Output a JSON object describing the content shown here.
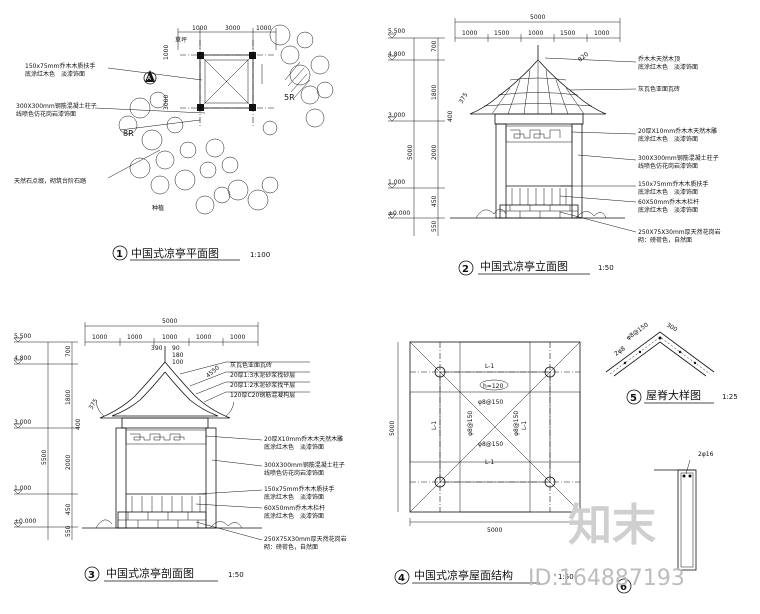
{
  "drawings": {
    "plan": {
      "number": "1",
      "title": "中国式凉亭平面图",
      "scale": "1:100",
      "dims_top": [
        "1000",
        "3000",
        "1000"
      ],
      "labels": {
        "grass": "草坪",
        "handrail": "150x75mm乔木木质扶手",
        "handrail_finish": "底涂红木色　淡漆饰面",
        "column": "300X300mm钢筋混凝土柱子",
        "column_finish": "线喷色仿花岗岩漆饰面",
        "r8": "8R",
        "r5": "5R",
        "stone": "天然石点缀，砌筑台阶石踏",
        "plant": "种植"
      }
    },
    "elevation": {
      "number": "2",
      "title": "中国式凉亭立面图",
      "scale": "1:50",
      "dim_total": "5000",
      "dims_top": [
        "1000",
        "1500",
        "1000",
        "1500",
        "1000"
      ],
      "levels": [
        "5.500",
        "4.800",
        "3.000",
        "1.000",
        "±0.000"
      ],
      "vert_dims": [
        "700",
        "1800",
        "5000",
        "2000",
        "450",
        "550"
      ],
      "small_dims": [
        "375",
        "400",
        "820"
      ],
      "labels": [
        "乔木木天然木顶",
        "底涂红木色　淡漆饰面",
        "灰瓦色亚面瓦砖",
        "20厚X10mm乔木木天然木雕",
        "底涂红木色　淡漆饰面",
        "300X300mm钢筋混凝土柱子",
        "线喷色仿花岗岩漆饰面",
        "150x75mm乔木木质扶手",
        "底涂红木色　淡漆饰面",
        "60X50mm乔木木栏杆",
        "底涂红木色　淡漆饰面",
        "250X75X30mm厚天然花岗岩",
        "砌：磅荷色，自然面"
      ]
    },
    "section": {
      "number": "3",
      "title": "中国式凉亭剖面图",
      "scale": "1:50",
      "dim_total": "5000",
      "dims_top": [
        "1000",
        "1000",
        "1000",
        "1000",
        "1000"
      ],
      "levels": [
        "5.500",
        "4.800",
        "3.000",
        "1.000",
        "±0.000"
      ],
      "vert_dims": [
        "700",
        "1800",
        "5500",
        "2000",
        "450",
        "550"
      ],
      "small_dims": [
        "390",
        "90",
        "180",
        "100",
        "375",
        "400",
        "4550"
      ],
      "labels": [
        "灰瓦色亚面瓦砖",
        "20厚1:3水泥砂浆找砂层",
        "20厚1:2水泥砂浆找平层",
        "120厚C20钢筋混凝构层",
        "20厚X10mm乔木木天然木雕",
        "底涂红木色　淡漆饰面",
        "300X300mm钢筋混凝土柱子",
        "线喷色仿花岗岩漆饰面",
        "150x75mm乔木木质扶手",
        "底涂红木色　淡漆饰面",
        "60X50mm乔木木栏杆",
        "底涂红木色　淡漆饰面",
        "250X75X30mm厚天然花岗岩",
        "砌：磅荷色，自然面"
      ]
    },
    "roof_structure": {
      "number": "4",
      "title": "中国式凉亭屋面结构",
      "scale": "1:50",
      "dim_bottom": "5000",
      "dim_left": "5000",
      "beam": "L-1",
      "thickness": "h=120",
      "rebar": "φ8@150"
    },
    "ridge": {
      "number": "5",
      "title": "屋脊大样图",
      "scale": "1:25",
      "dims": [
        "300",
        "φ8@150",
        "2φ8"
      ]
    },
    "detail6": {
      "number": "6",
      "rebar": "2φ16"
    }
  },
  "watermark": {
    "brand": "知末",
    "id": "ID:164887193"
  }
}
